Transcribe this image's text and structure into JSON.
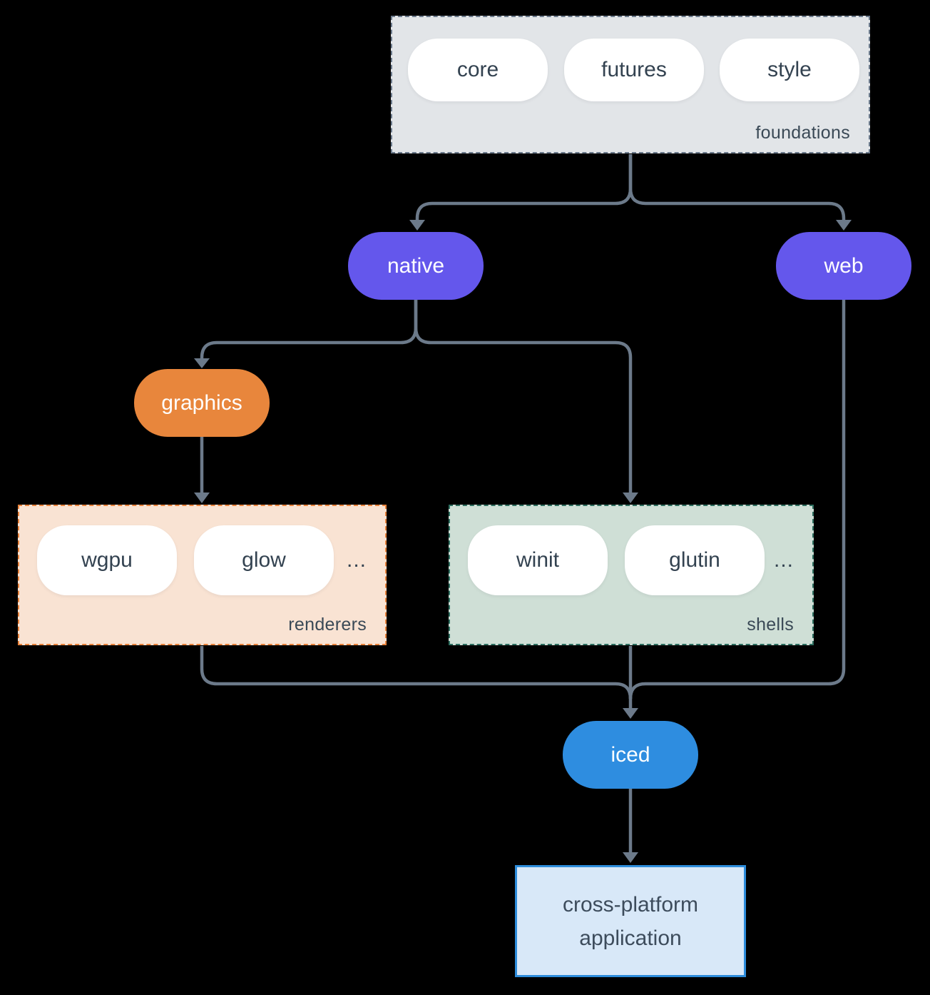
{
  "colors": {
    "background": "#000000",
    "connector": "#6c7a8a",
    "foundations_fill": "#e2e5e8",
    "foundations_border": "#6b7a8c",
    "renderers_fill": "#f9e3d3",
    "renderers_border": "#e8823b",
    "shells_fill": "#cfdfd6",
    "shells_border": "#2e6f60",
    "native_web_fill": "#6457ec",
    "graphics_fill": "#e8863c",
    "iced_fill": "#2e8de0",
    "application_fill": "#d8e8f8",
    "application_border": "#2d8cdb",
    "pill_text_dark": "#334250",
    "node_text_light": "#ffffff"
  },
  "groups": {
    "foundations": {
      "label": "foundations",
      "pills": [
        "core",
        "futures",
        "style"
      ]
    },
    "renderers": {
      "label": "renderers",
      "pills": [
        "wgpu",
        "glow"
      ],
      "ellipsis": "..."
    },
    "shells": {
      "label": "shells",
      "pills": [
        "winit",
        "glutin"
      ],
      "ellipsis": "..."
    }
  },
  "nodes": {
    "native": {
      "label": "native"
    },
    "web": {
      "label": "web"
    },
    "graphics": {
      "label": "graphics"
    },
    "iced": {
      "label": "iced"
    },
    "application": {
      "label": "cross-platform application"
    }
  },
  "edges": [
    {
      "from": "foundations",
      "to": "native"
    },
    {
      "from": "foundations",
      "to": "web"
    },
    {
      "from": "native",
      "to": "graphics"
    },
    {
      "from": "native",
      "to": "shells"
    },
    {
      "from": "graphics",
      "to": "renderers"
    },
    {
      "from": "renderers",
      "to": "iced"
    },
    {
      "from": "shells",
      "to": "iced"
    },
    {
      "from": "web",
      "to": "iced"
    },
    {
      "from": "iced",
      "to": "application"
    }
  ]
}
